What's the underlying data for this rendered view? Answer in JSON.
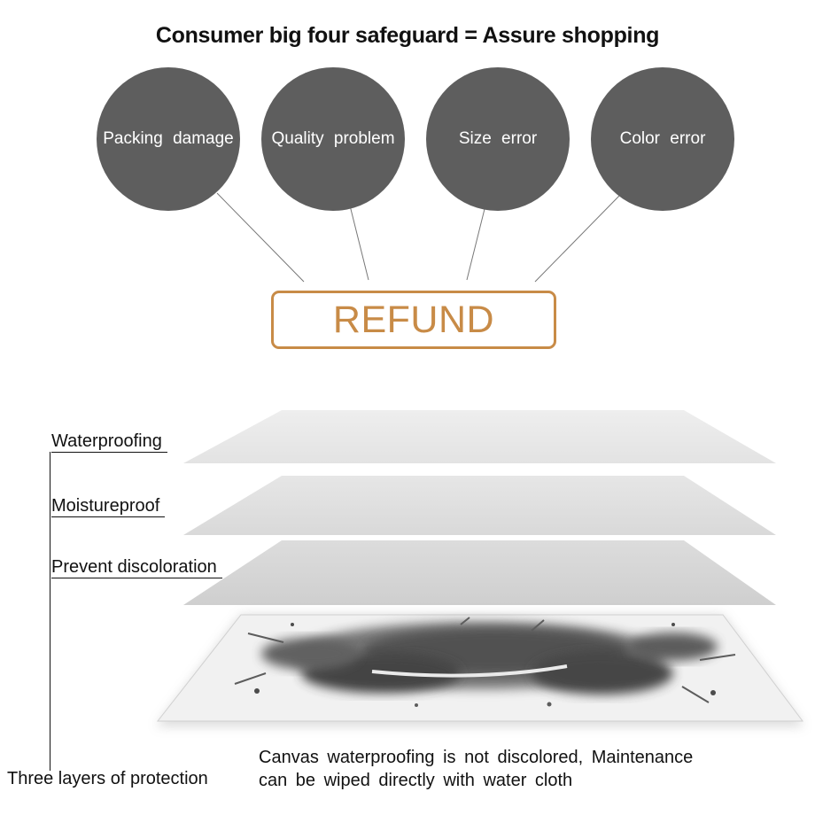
{
  "title": "Consumer big four safeguard = Assure shopping",
  "circles": [
    {
      "label": "Packing damage"
    },
    {
      "label": "Quality problem"
    },
    {
      "label": "Size error"
    },
    {
      "label": "Color error"
    }
  ],
  "refund": {
    "label": "REFUND"
  },
  "layers": [
    {
      "label": "Waterproofing"
    },
    {
      "label": "Moistureproof"
    },
    {
      "label": "Prevent discoloration"
    }
  ],
  "three_layers_label": "Three layers of protection",
  "caption": {
    "line1": "Canvas waterproofing is not discolored, Maintenance",
    "line2": "can be wiped directly with water cloth"
  },
  "colors": {
    "circle": "#5e5e5e",
    "refund_accent": "#c88b47",
    "layer_top": "#e9e9e9",
    "layer_mid": "#e1e1e1",
    "layer_bottom": "#d6d6d6"
  }
}
